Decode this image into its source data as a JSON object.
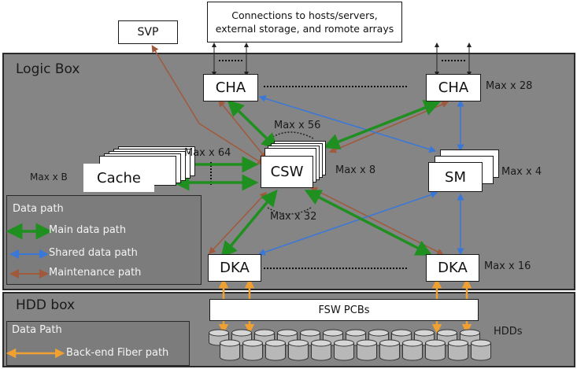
{
  "external": {
    "svp": "SVP",
    "connections_line1": "Connections to hosts/servers,",
    "connections_line2": "external storage, and romote arrays"
  },
  "logic_box": {
    "title": "Logic Box",
    "components": {
      "cha_left": "CHA",
      "cha_right": "CHA",
      "cha_max": "Max x 28",
      "cache": "Cache",
      "cache_max": "Max x B",
      "csw": "CSW",
      "csw_max": "Max x 8",
      "sm": "SM",
      "sm_max": "Max x 4",
      "dka_left": "DKA",
      "dka_right": "DKA",
      "dka_max": "Max x 16"
    },
    "link_counts": {
      "cache_csw": "Max x 64",
      "cha_csw": "Max x 56",
      "dka_csw": "Max x 32"
    },
    "legend": {
      "title": "Data path",
      "items": [
        {
          "label": "Main data path",
          "color": "#1f8f1f"
        },
        {
          "label": "Shared data path",
          "color": "#3a78d8"
        },
        {
          "label": "Maintenance path",
          "color": "#a0593a"
        }
      ]
    }
  },
  "hdd_box": {
    "title": "HDD box",
    "fsw": "FSW PCBs",
    "hdds_label": "HDDs",
    "legend": {
      "title": "Data Path",
      "items": [
        {
          "label": "Back-end Fiber path",
          "color": "#f0a030"
        }
      ]
    }
  },
  "colors": {
    "panel": "#858585",
    "main_path": "#1f8f1f",
    "shared_path": "#3a78d8",
    "maintenance_path": "#a0593a",
    "fiber_path": "#f0a030"
  }
}
